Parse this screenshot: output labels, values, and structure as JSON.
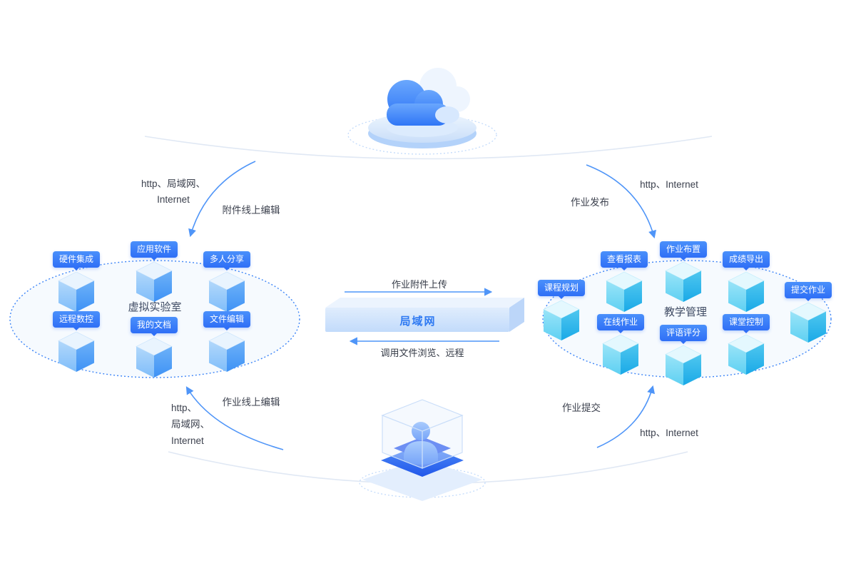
{
  "clusters": {
    "left": {
      "title": "虚拟实验室",
      "nodes": [
        "硬件集成",
        "应用软件",
        "多人分享",
        "远程数控",
        "我的文档",
        "文件编辑"
      ]
    },
    "right": {
      "title": "教学管理",
      "nodes": [
        "查看报表",
        "作业布置",
        "成绩导出",
        "课程规划",
        "在线作业",
        "评语评分",
        "课堂控制",
        "提交作业"
      ]
    }
  },
  "lan": {
    "label": "局域网",
    "upload_arrow": "作业附件上传",
    "download_arrow": "调用文件浏览、远程"
  },
  "connections": {
    "top_left": {
      "protocol": "http、局域网、\nInternet",
      "action": "附件线上编辑"
    },
    "top_right": {
      "protocol": "http、Internet",
      "action": "作业发布"
    },
    "bottom_left": {
      "protocol": "http、\n局域网、\nInternet",
      "action": "作业线上编辑"
    },
    "bottom_right": {
      "protocol": "http、Internet",
      "action": "作业提交"
    }
  },
  "colors": {
    "accent": "#2f76f6",
    "cube_blue": "#5fa9f7",
    "cube_cyan": "#3fc0ee"
  }
}
